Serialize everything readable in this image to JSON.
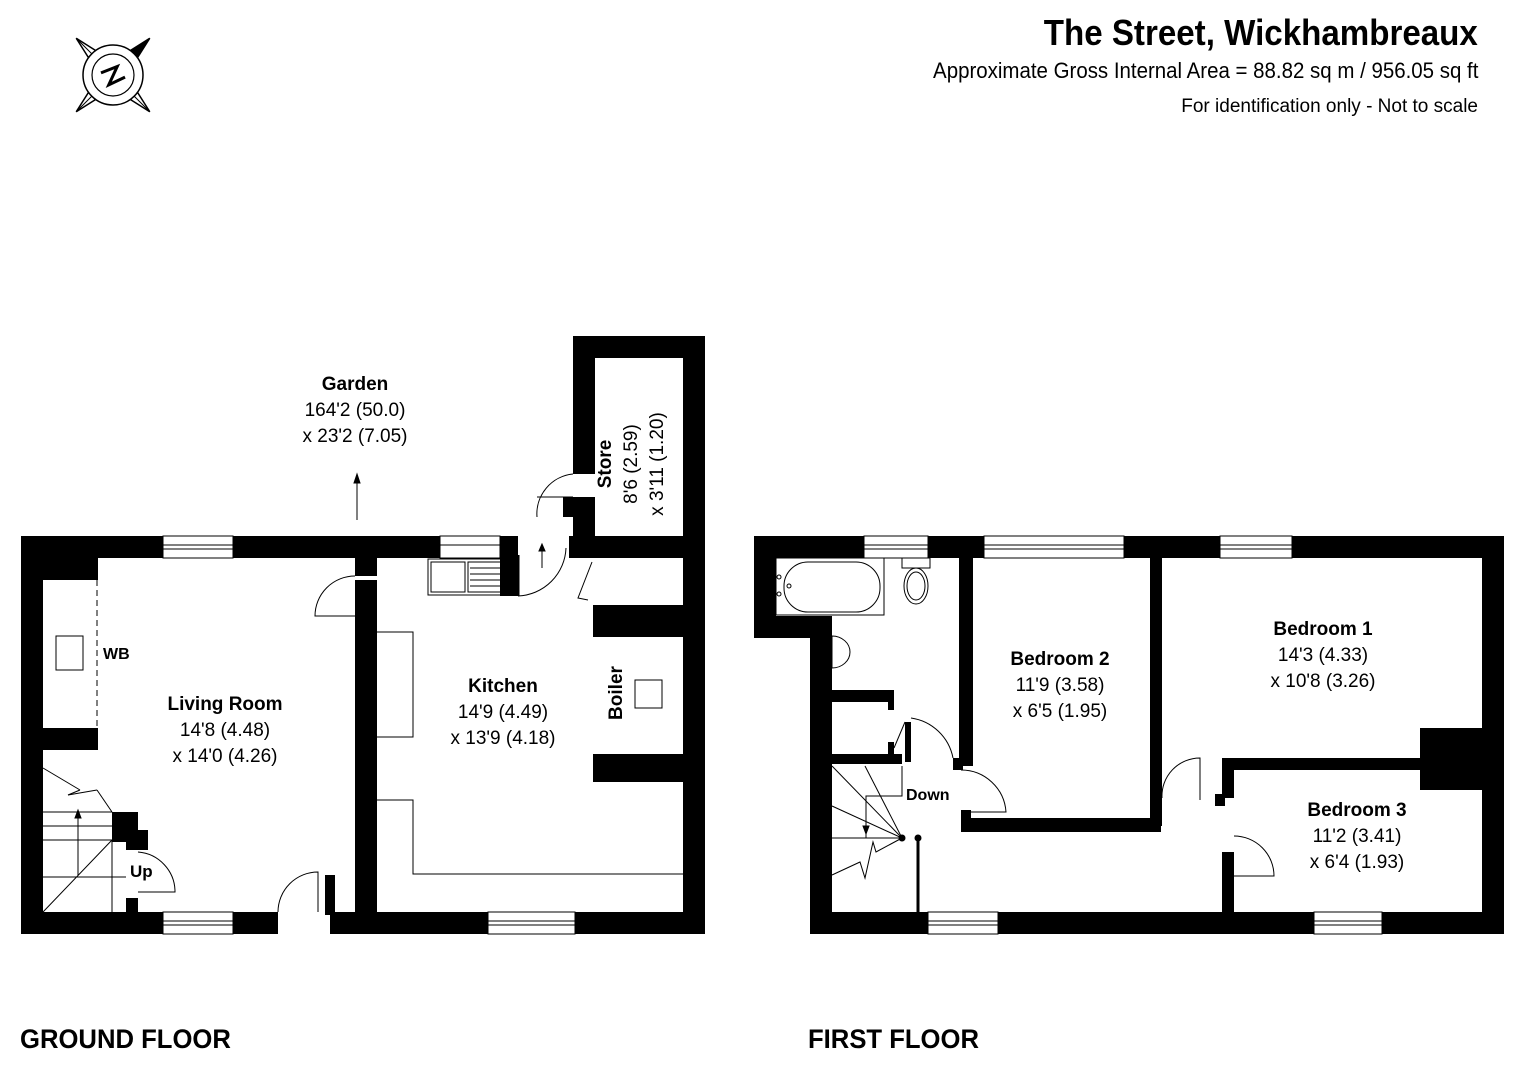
{
  "header": {
    "title": "The Street, Wickhambreaux",
    "area": "Approximate Gross Internal Area = 88.82 sq m / 956.05 sq ft",
    "note": "For identification only - Not to scale"
  },
  "compass": {
    "icon": "north-compass-icon",
    "letter": "N"
  },
  "floors": {
    "ground": {
      "label": "GROUND FLOOR",
      "rooms": {
        "garden": {
          "name": "Garden",
          "dim1": "164'2 (50.0)",
          "dim2": "x 23'2 (7.05)"
        },
        "store": {
          "name": "Store",
          "dim1": "8'6 (2.59)",
          "dim2": "x 3'11 (1.20)"
        },
        "living": {
          "name": "Living Room",
          "dim1": "14'8 (4.48)",
          "dim2": "x 14'0 (4.26)"
        },
        "kitchen": {
          "name": "Kitchen",
          "dim1": "14'9 (4.49)",
          "dim2": "x 13'9 (4.18)"
        },
        "boiler": {
          "name": "Boiler"
        }
      },
      "labels": {
        "wb": "WB",
        "up": "Up"
      }
    },
    "first": {
      "label": "FIRST FLOOR",
      "rooms": {
        "bedroom1": {
          "name": "Bedroom 1",
          "dim1": "14'3 (4.33)",
          "dim2": "x 10'8 (3.26)"
        },
        "bedroom2": {
          "name": "Bedroom 2",
          "dim1": "11'9 (3.58)",
          "dim2": "x 6'5 (1.95)"
        },
        "bedroom3": {
          "name": "Bedroom 3",
          "dim1": "11'2 (3.41)",
          "dim2": "x 6'4 (1.93)"
        }
      },
      "labels": {
        "down": "Down"
      }
    }
  },
  "colors": {
    "wall": "#000000",
    "background": "#ffffff",
    "line": "#555555"
  }
}
